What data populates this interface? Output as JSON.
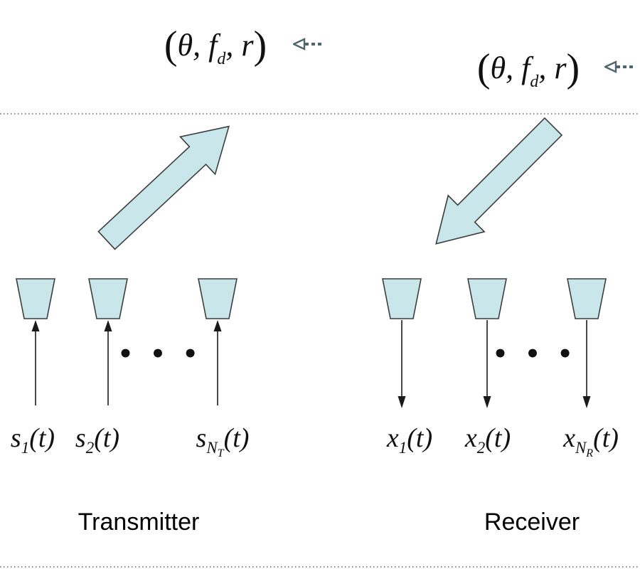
{
  "params": {
    "open": "(",
    "theta": "θ",
    "comma1": ", ",
    "f": "f",
    "sub_d": "d",
    "comma2": ", ",
    "r": "r",
    "close": ")"
  },
  "tx": {
    "label": "Transmitter",
    "dots": "• • •",
    "signals": [
      {
        "base": "s",
        "sub": "1",
        "arg": "(t)"
      },
      {
        "base": "s",
        "sub": "2",
        "arg": "(t)"
      },
      {
        "base": "s",
        "sub": "N",
        "subsub": "T",
        "arg": "(t)"
      }
    ]
  },
  "rx": {
    "label": "Receiver",
    "dots": "• • •",
    "signals": [
      {
        "base": "x",
        "sub": "1",
        "arg": "(t)"
      },
      {
        "base": "x",
        "sub": "2",
        "arg": "(t)"
      },
      {
        "base": "x",
        "sub": "N",
        "subsub": "R",
        "arg": "(t)"
      }
    ]
  },
  "icons": {
    "target_left": "dashed-arrow-left-icon",
    "target_right": "dashed-arrow-left-icon",
    "beam_up": "transmit-beam-arrow",
    "beam_down": "receive-beam-arrow"
  },
  "colors": {
    "shape_fill": "#c9e6ea",
    "shape_stroke": "#3d3d3d",
    "line": "#1a1a1a"
  }
}
